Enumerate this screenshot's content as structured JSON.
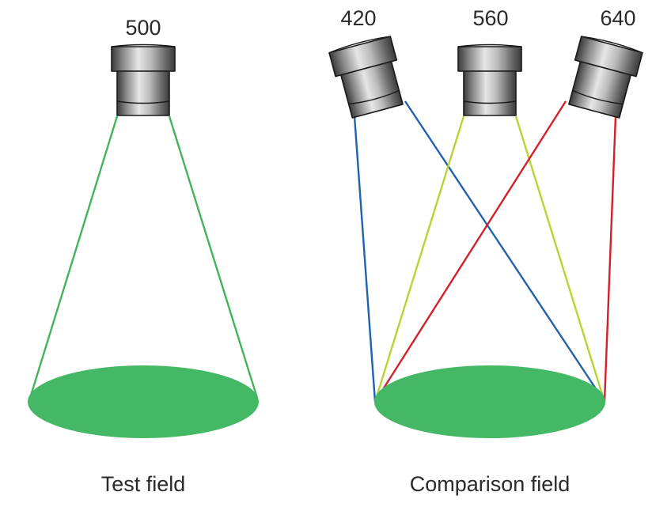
{
  "test": {
    "wavelength_label": "500",
    "caption": "Test field",
    "beam_color": "#44b35f"
  },
  "comparison": {
    "projectors": [
      {
        "wavelength_label": "420",
        "beam_color": "#1f63b0"
      },
      {
        "wavelength_label": "560",
        "beam_color": "#b9d432"
      },
      {
        "wavelength_label": "640",
        "beam_color": "#d4202a"
      }
    ],
    "caption": "Comparison field"
  },
  "colors": {
    "field_fill": "#44b865",
    "projector_dark": "#3a3a3a",
    "projector_light": "#e4e4e4",
    "projector_stroke": "#1a1a1a"
  }
}
